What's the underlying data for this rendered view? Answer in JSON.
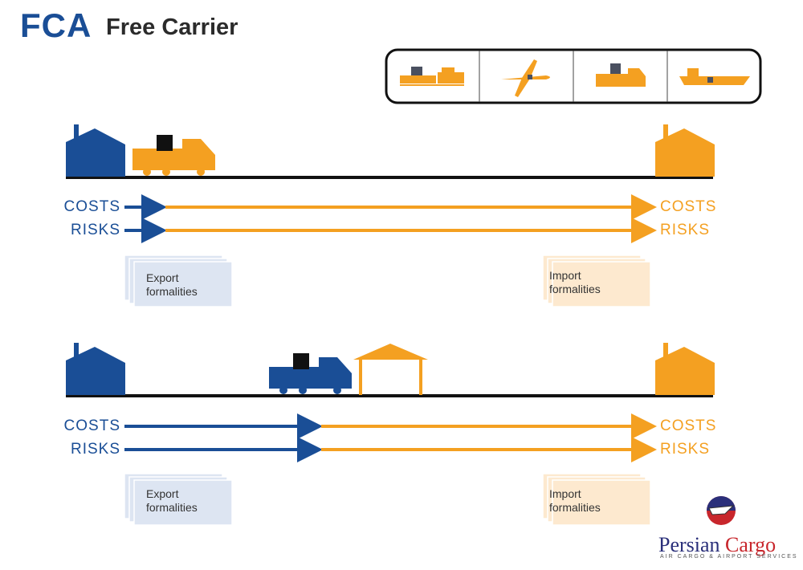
{
  "title": {
    "abbr": "FCA",
    "full": "Free Carrier"
  },
  "colors": {
    "seller": "#1a4e96",
    "buyer": "#f4a021",
    "export_doc": "#dde5f2",
    "import_doc": "#fde9cf"
  },
  "transport_modes": [
    "rail-icon",
    "plane-icon",
    "truck-icon",
    "ship-icon"
  ],
  "scenarios": [
    {
      "costs_label": "COSTS",
      "risks_label": "RISKS",
      "export_doc": [
        "Export",
        "formalities"
      ],
      "import_doc": [
        "Import",
        "formalities"
      ]
    },
    {
      "costs_label": "COSTS",
      "risks_label": "RISKS",
      "export_doc": [
        "Export",
        "formalities"
      ],
      "import_doc": [
        "Import",
        "formalities"
      ]
    }
  ],
  "logo": {
    "name_part1": "Persian",
    "name_part2": "Cargo",
    "tagline": "AIR CARGO & AIRPORT SERVICES"
  }
}
